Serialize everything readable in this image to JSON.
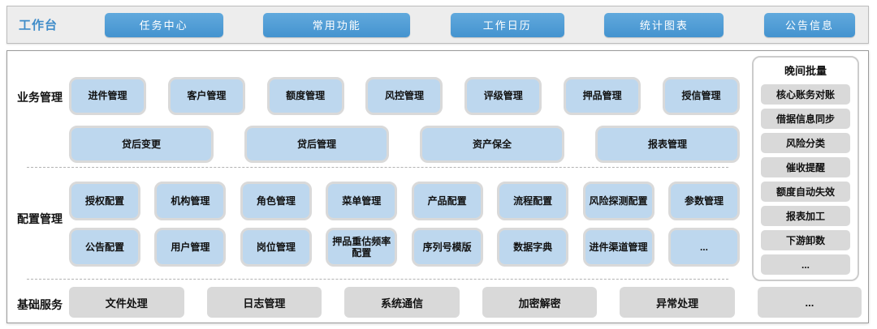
{
  "workbench": {
    "label": "工作台",
    "buttons": [
      "任务中心",
      "常用功能",
      "工作日历",
      "统计图表",
      "公告信息"
    ]
  },
  "business": {
    "label": "业务管理",
    "row1": [
      "进件管理",
      "客户管理",
      "额度管理",
      "风控管理",
      "评级管理",
      "押品管理",
      "授信管理"
    ],
    "row2": [
      "贷后变更",
      "贷后管理",
      "资产保全",
      "报表管理"
    ]
  },
  "config": {
    "label": "配置管理",
    "row1": [
      "授权配置",
      "机构管理",
      "角色管理",
      "菜单管理",
      "产品配置",
      "流程配置",
      "风险探测配置",
      "参数管理"
    ],
    "row2": [
      "公告配置",
      "用户管理",
      "岗位管理",
      "押品重估频率配置",
      "序列号模版",
      "数据字典",
      "进件渠道管理",
      "..."
    ]
  },
  "base": {
    "label": "基础服务",
    "buttons": [
      "文件处理",
      "日志管理",
      "系统通信",
      "加密解密",
      "异常处理",
      "..."
    ]
  },
  "batch": {
    "title": "晚间批量",
    "items": [
      "核心账务对账",
      "借据信息同步",
      "风险分类",
      "催收提醒",
      "额度自动失效",
      "报表加工",
      "下游卸数",
      "..."
    ]
  },
  "colors": {
    "accent_blue": "#4a98d2",
    "label_blue": "#3f8cc9",
    "light_blue_fill": "#bdd7ee",
    "light_gray_fill": "#d9d9d9",
    "border_gray": "#d9d9d9",
    "panel_border": "#9b9b9b",
    "bar_background": "#ededed"
  }
}
